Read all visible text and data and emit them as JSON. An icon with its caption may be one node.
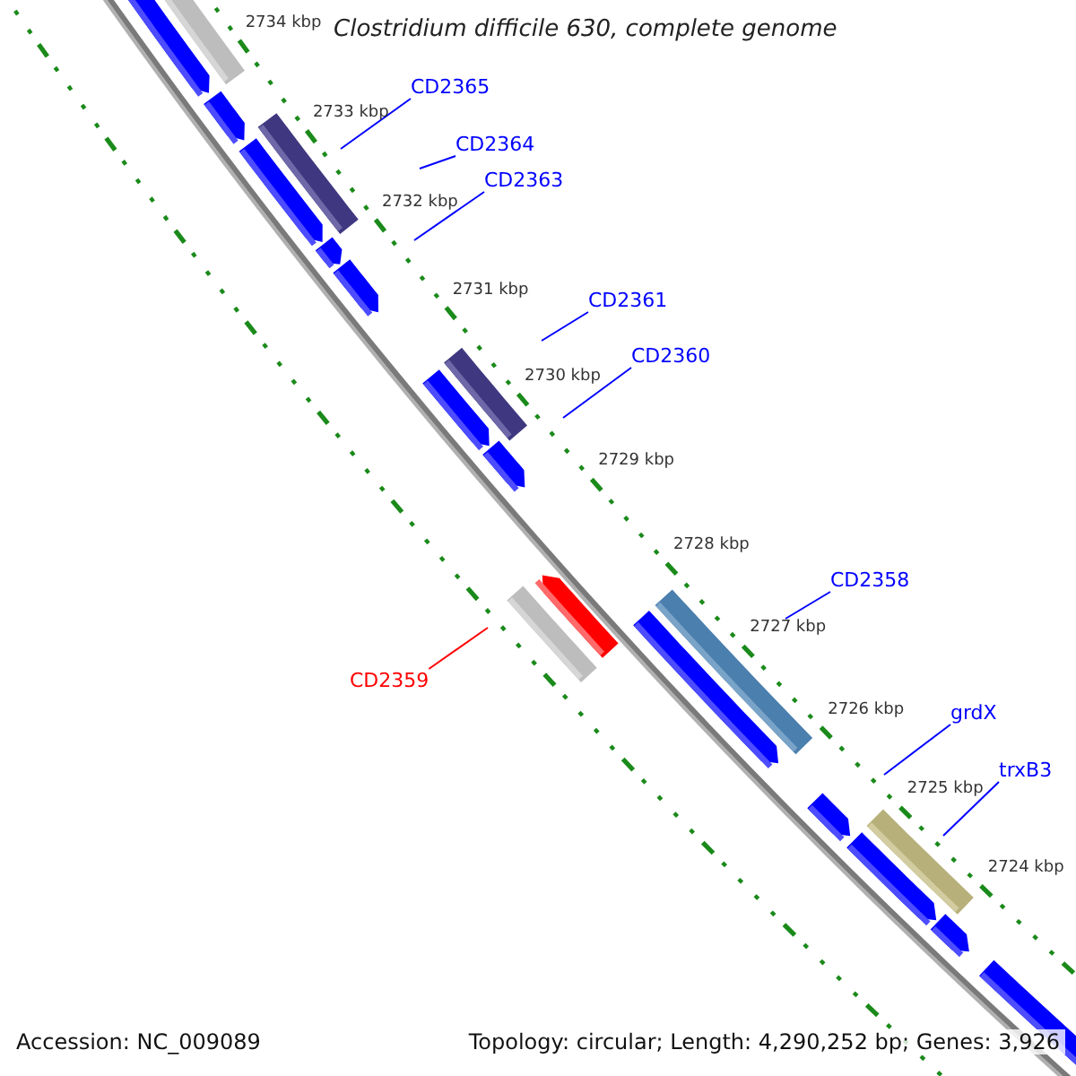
{
  "diagram": {
    "title": "Clostridium difficile 630, complete genome",
    "nodes": [
      {
        "text": [
          "CD2365"
        ]
      },
      {
        "text": [
          "CD2364"
        ]
      },
      {
        "text": [
          "CD2363"
        ]
      },
      {
        "text": [
          "CD2361"
        ]
      },
      {
        "text": [
          "CD2360"
        ]
      },
      {
        "text": [
          "CD2359"
        ]
      },
      {
        "text": [
          "CD2358"
        ]
      },
      {
        "text": [
          "grdX"
        ]
      },
      {
        "text": [
          "trxB3"
        ]
      }
    ],
    "edges": [
      {
        "from": 0,
        "to": null,
        "arrow": "none"
      },
      {
        "from": 1,
        "to": null,
        "arrow": "none"
      },
      {
        "from": 2,
        "to": null,
        "arrow": "none"
      },
      {
        "from": 3,
        "to": null,
        "arrow": "none"
      },
      {
        "from": 4,
        "to": null,
        "arrow": "none"
      },
      {
        "from": 5,
        "to": null,
        "arrow": "none",
        "color": "#ff0000"
      },
      {
        "from": 6,
        "to": null,
        "arrow": "none"
      },
      {
        "from": 7,
        "to": null,
        "arrow": "none"
      },
      {
        "from": 8,
        "to": null,
        "arrow": "none"
      }
    ],
    "labels": [
      "2734 kbp",
      "2733 kbp",
      "2732 kbp",
      "2731 kbp",
      "2730 kbp",
      "2729 kbp",
      "2728 kbp",
      "2727 kbp",
      "2726 kbp",
      "2725 kbp",
      "2724 kbp",
      "Accession: NC_009089",
      "Topology: circular; Length: 4,290,252 bp; Genes: 3,926"
    ]
  }
}
